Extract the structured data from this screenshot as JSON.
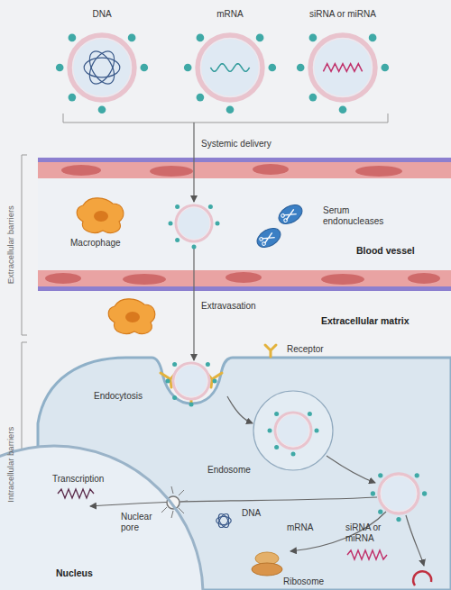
{
  "diagram": {
    "nodes": [
      {
        "text": [
          "DNA"
        ]
      },
      {
        "text": [
          "mRNA"
        ]
      },
      {
        "text": [
          "siRNA or miRNA"
        ]
      },
      {
        "text": [
          "Endosome"
        ]
      },
      {
        "text": [
          "Nucleus"
        ]
      }
    ],
    "labels": [
      "Systemic delivery",
      "Macrophage",
      "Serum endonucleases",
      "Blood vessel",
      "Extravasation",
      "Extracellular matrix",
      "Receptor",
      "Endocytosis",
      "Transcription",
      "Nuclear pore",
      "DNA",
      "mRNA",
      "siRNA or miRNA",
      "Ribosome",
      "Extracellular barriers",
      "Intracellular barriers"
    ]
  }
}
